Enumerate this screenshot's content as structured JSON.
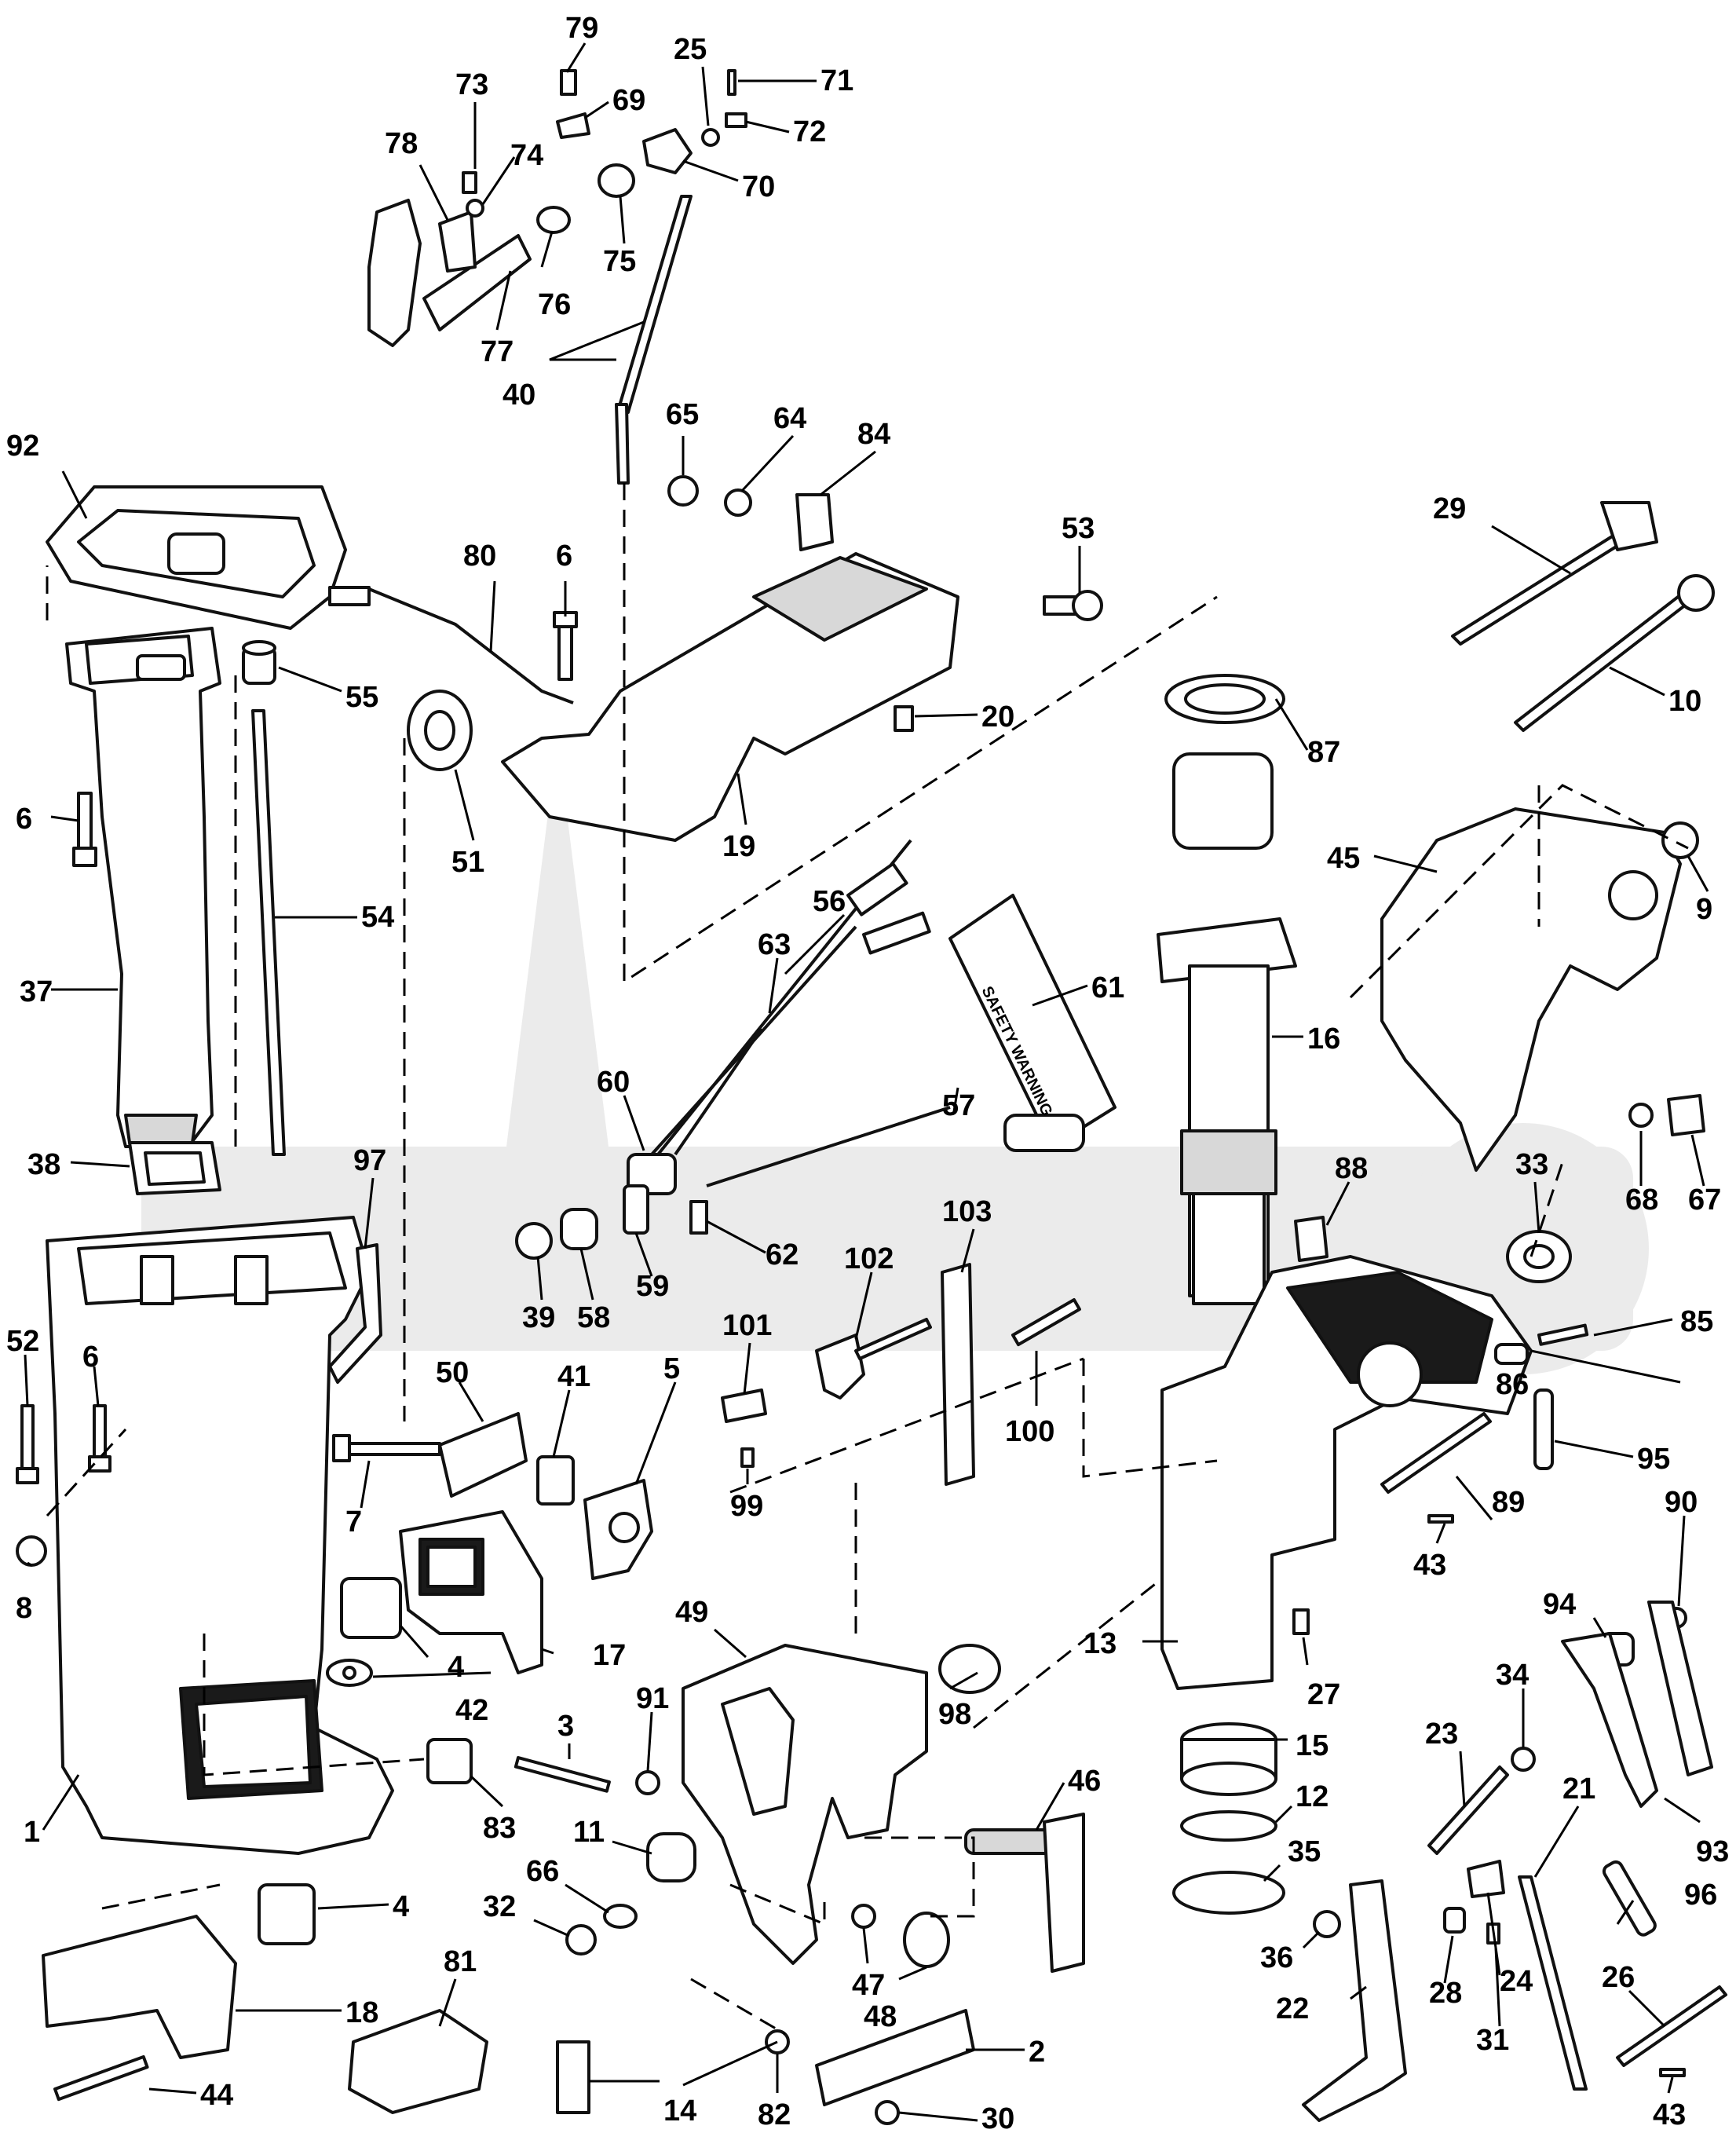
{
  "diagram": {
    "callouts": [
      {
        "id": "c79",
        "text": "79"
      },
      {
        "id": "c25",
        "text": "25"
      },
      {
        "id": "c71",
        "text": "71"
      },
      {
        "id": "c73",
        "text": "73"
      },
      {
        "id": "c69",
        "text": "69"
      },
      {
        "id": "c72",
        "text": "72"
      },
      {
        "id": "c78",
        "text": "78"
      },
      {
        "id": "c74",
        "text": "74"
      },
      {
        "id": "c70",
        "text": "70"
      },
      {
        "id": "c76",
        "text": "76"
      },
      {
        "id": "c75",
        "text": "75"
      },
      {
        "id": "c77",
        "text": "77"
      },
      {
        "id": "c40",
        "text": "40"
      },
      {
        "id": "c65",
        "text": "65"
      },
      {
        "id": "c64",
        "text": "64"
      },
      {
        "id": "c84",
        "text": "84"
      },
      {
        "id": "c92",
        "text": "92"
      },
      {
        "id": "c80",
        "text": "80"
      },
      {
        "id": "c6a",
        "text": "6"
      },
      {
        "id": "c53",
        "text": "53"
      },
      {
        "id": "c29",
        "text": "29"
      },
      {
        "id": "c55",
        "text": "55"
      },
      {
        "id": "c20",
        "text": "20"
      },
      {
        "id": "c10",
        "text": "10"
      },
      {
        "id": "c87",
        "text": "87"
      },
      {
        "id": "c6b",
        "text": "6"
      },
      {
        "id": "c51",
        "text": "51"
      },
      {
        "id": "c19",
        "text": "19"
      },
      {
        "id": "c45",
        "text": "45"
      },
      {
        "id": "c9",
        "text": "9"
      },
      {
        "id": "c54",
        "text": "54"
      },
      {
        "id": "c56",
        "text": "56"
      },
      {
        "id": "c63",
        "text": "63"
      },
      {
        "id": "c61",
        "text": "61"
      },
      {
        "id": "c37",
        "text": "37"
      },
      {
        "id": "c60",
        "text": "60"
      },
      {
        "id": "c16",
        "text": "16"
      },
      {
        "id": "c57",
        "text": "57"
      },
      {
        "id": "c68",
        "text": "68"
      },
      {
        "id": "c67",
        "text": "67"
      },
      {
        "id": "c38",
        "text": "38"
      },
      {
        "id": "c97",
        "text": "97"
      },
      {
        "id": "c33",
        "text": "33"
      },
      {
        "id": "c88",
        "text": "88"
      },
      {
        "id": "c103",
        "text": "103"
      },
      {
        "id": "c62",
        "text": "62"
      },
      {
        "id": "c102",
        "text": "102"
      },
      {
        "id": "c59",
        "text": "59"
      },
      {
        "id": "c39",
        "text": "39"
      },
      {
        "id": "c58",
        "text": "58"
      },
      {
        "id": "c101",
        "text": "101"
      },
      {
        "id": "c85",
        "text": "85"
      },
      {
        "id": "c52",
        "text": "52"
      },
      {
        "id": "c6c",
        "text": "6"
      },
      {
        "id": "c50",
        "text": "50"
      },
      {
        "id": "c41",
        "text": "41"
      },
      {
        "id": "c86",
        "text": "86"
      },
      {
        "id": "c5",
        "text": "5"
      },
      {
        "id": "c100",
        "text": "100"
      },
      {
        "id": "c95",
        "text": "95"
      },
      {
        "id": "c7",
        "text": "7"
      },
      {
        "id": "c99",
        "text": "99"
      },
      {
        "id": "c89",
        "text": "89"
      },
      {
        "id": "c8",
        "text": "8"
      },
      {
        "id": "c43a",
        "text": "43"
      },
      {
        "id": "c90",
        "text": "90"
      },
      {
        "id": "c94",
        "text": "94"
      },
      {
        "id": "c17",
        "text": "17"
      },
      {
        "id": "c4a",
        "text": "4"
      },
      {
        "id": "c49",
        "text": "49"
      },
      {
        "id": "c13",
        "text": "13"
      },
      {
        "id": "c42",
        "text": "42"
      },
      {
        "id": "c98",
        "text": "98"
      },
      {
        "id": "c27",
        "text": "27"
      },
      {
        "id": "c34",
        "text": "34"
      },
      {
        "id": "c3",
        "text": "3"
      },
      {
        "id": "c91",
        "text": "91"
      },
      {
        "id": "c23",
        "text": "23"
      },
      {
        "id": "c15",
        "text": "15"
      },
      {
        "id": "c83",
        "text": "83"
      },
      {
        "id": "c46",
        "text": "46"
      },
      {
        "id": "c12",
        "text": "12"
      },
      {
        "id": "c21",
        "text": "21"
      },
      {
        "id": "c1",
        "text": "1"
      },
      {
        "id": "c11",
        "text": "11"
      },
      {
        "id": "c66",
        "text": "66"
      },
      {
        "id": "c35",
        "text": "35"
      },
      {
        "id": "c93",
        "text": "93"
      },
      {
        "id": "c4b",
        "text": "4"
      },
      {
        "id": "c32",
        "text": "32"
      },
      {
        "id": "c96",
        "text": "96"
      },
      {
        "id": "c81",
        "text": "81"
      },
      {
        "id": "c47",
        "text": "47"
      },
      {
        "id": "c36",
        "text": "36"
      },
      {
        "id": "c28",
        "text": "28"
      },
      {
        "id": "c24",
        "text": "24"
      },
      {
        "id": "c26",
        "text": "26"
      },
      {
        "id": "c18",
        "text": "18"
      },
      {
        "id": "c48",
        "text": "48"
      },
      {
        "id": "c22",
        "text": "22"
      },
      {
        "id": "c31",
        "text": "31"
      },
      {
        "id": "c2",
        "text": "2"
      },
      {
        "id": "c44",
        "text": "44"
      },
      {
        "id": "c14",
        "text": "14"
      },
      {
        "id": "c82",
        "text": "82"
      },
      {
        "id": "c30",
        "text": "30"
      },
      {
        "id": "c43b",
        "text": "43"
      }
    ],
    "decal_text": "SAFETY WARNING"
  }
}
